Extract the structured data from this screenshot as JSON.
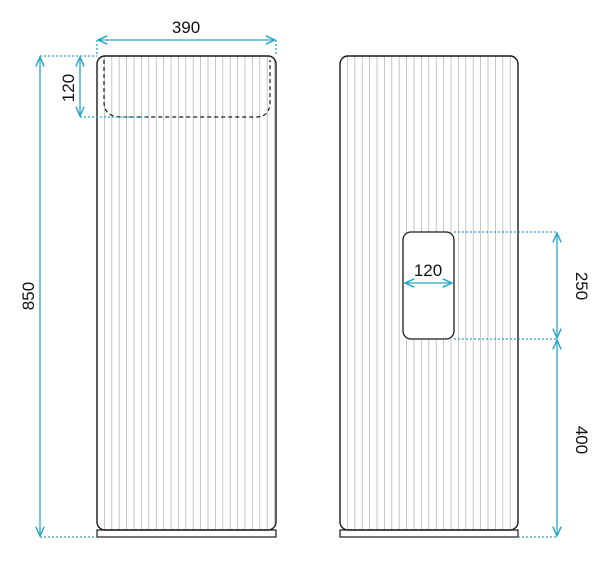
{
  "colors": {
    "outline": "#1a1a1a",
    "flute": "#b8b8b8",
    "dimension": "#2aa6c8",
    "text": "#111111"
  },
  "dimensions": {
    "width": "390",
    "top_depth": "120",
    "height": "850",
    "niche_width": "120",
    "niche_height": "250",
    "niche_base_height": "400"
  }
}
